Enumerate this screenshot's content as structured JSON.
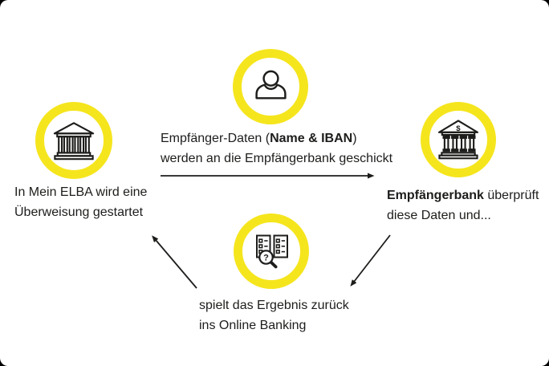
{
  "colors": {
    "ring_yellow": "#F5E51D",
    "ink": "#1D1D1B",
    "card_bg": "#FFFFFF",
    "page_bg": "#000000"
  },
  "nodes": {
    "customer": {
      "icon": "person-icon"
    },
    "sender_bank": {
      "icon": "bank-icon",
      "label_line1": "In Mein ELBA wird eine",
      "label_line2": "Überweisung gestartet"
    },
    "receiver_bank": {
      "icon": "bank-dollar-icon",
      "pediment_symbol": "$",
      "label_bold": "Empfängerbank",
      "label_line1_rest": " überprüft",
      "label_line2": "diese Daten und..."
    },
    "verification": {
      "icon": "checklist-search-icon",
      "magnifier_symbol": "?",
      "label_line1": "spielt das Ergebnis zurück",
      "label_line2": "ins Online Banking"
    }
  },
  "transfer_text": {
    "line1_prefix": "Empfänger-Daten (",
    "line1_bold": "Name & IBAN",
    "line1_suffix": ")",
    "line2": "werden an die Empfängerbank geschickt"
  }
}
